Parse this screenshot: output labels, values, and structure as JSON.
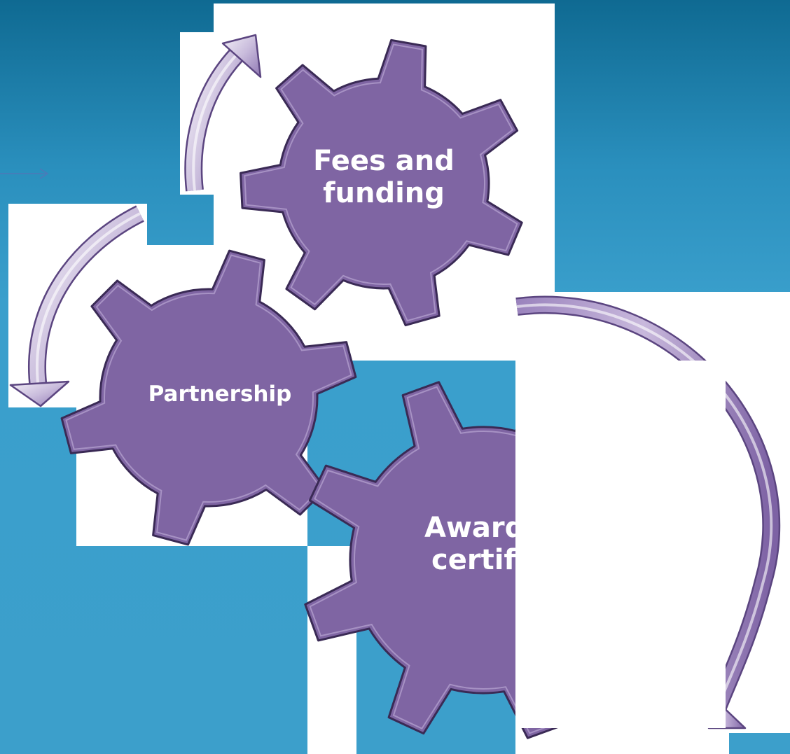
{
  "diagram": {
    "colors": {
      "background_top": "#0f6a92",
      "background_bottom": "#3c9fcb",
      "gear_fill": "#7f65a3",
      "gear_outline": "#3a2a55",
      "arrow_fill": "#8a6fb0",
      "arrow_light": "#e3dced",
      "label": "#ffffff"
    },
    "gears": [
      {
        "id": "fees",
        "label_line1": "Fees and",
        "label_line2": "funding"
      },
      {
        "id": "partnership",
        "label_line1": "Partnership",
        "label_line2": ""
      },
      {
        "id": "awards",
        "label_line1": "Award",
        "label_line2": "certif"
      }
    ],
    "arrows": [
      {
        "id": "arrow-to-fees",
        "direction": "clockwise"
      },
      {
        "id": "arrow-to-partnership",
        "direction": "counter-clockwise"
      },
      {
        "id": "arrow-to-awards",
        "direction": "clockwise"
      }
    ]
  }
}
